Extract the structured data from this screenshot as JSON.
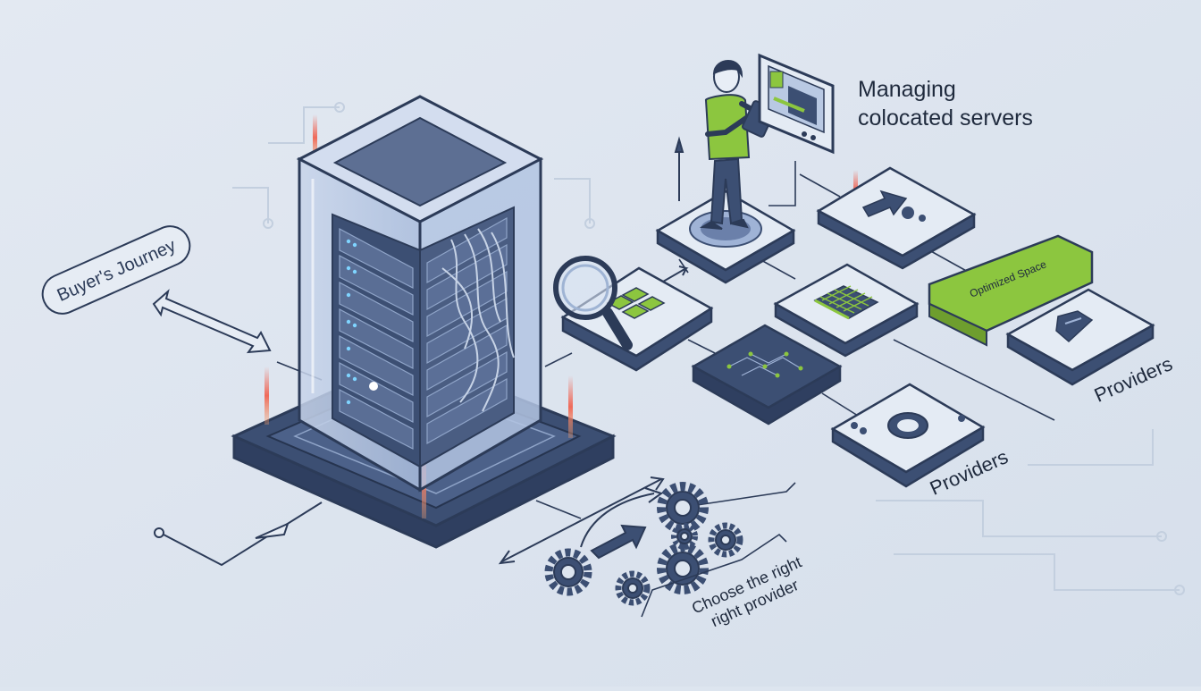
{
  "labels": {
    "managing_line1": "Managing",
    "managing_line2": "colocated servers",
    "buyers_journey": "Buyer's Journey",
    "optimized_space": "Optimized Space",
    "providers_right": "Providers",
    "providers_bottom": "Providers",
    "choose_line1": "Choose the right",
    "choose_line2": "right provider"
  },
  "colors": {
    "background": "#dde5ef",
    "navy": "#3c4f73",
    "outline": "#2c3b58",
    "tile_top": "#e4ebf4",
    "accent_green": "#8cc63f",
    "accent_red": "#ef6a5a",
    "glass": "#b9c9e3"
  },
  "icons": [
    "server-rack-icon",
    "magnifier-icon",
    "gear-icon",
    "arrow-icon",
    "person-icon",
    "monitor-icon"
  ]
}
